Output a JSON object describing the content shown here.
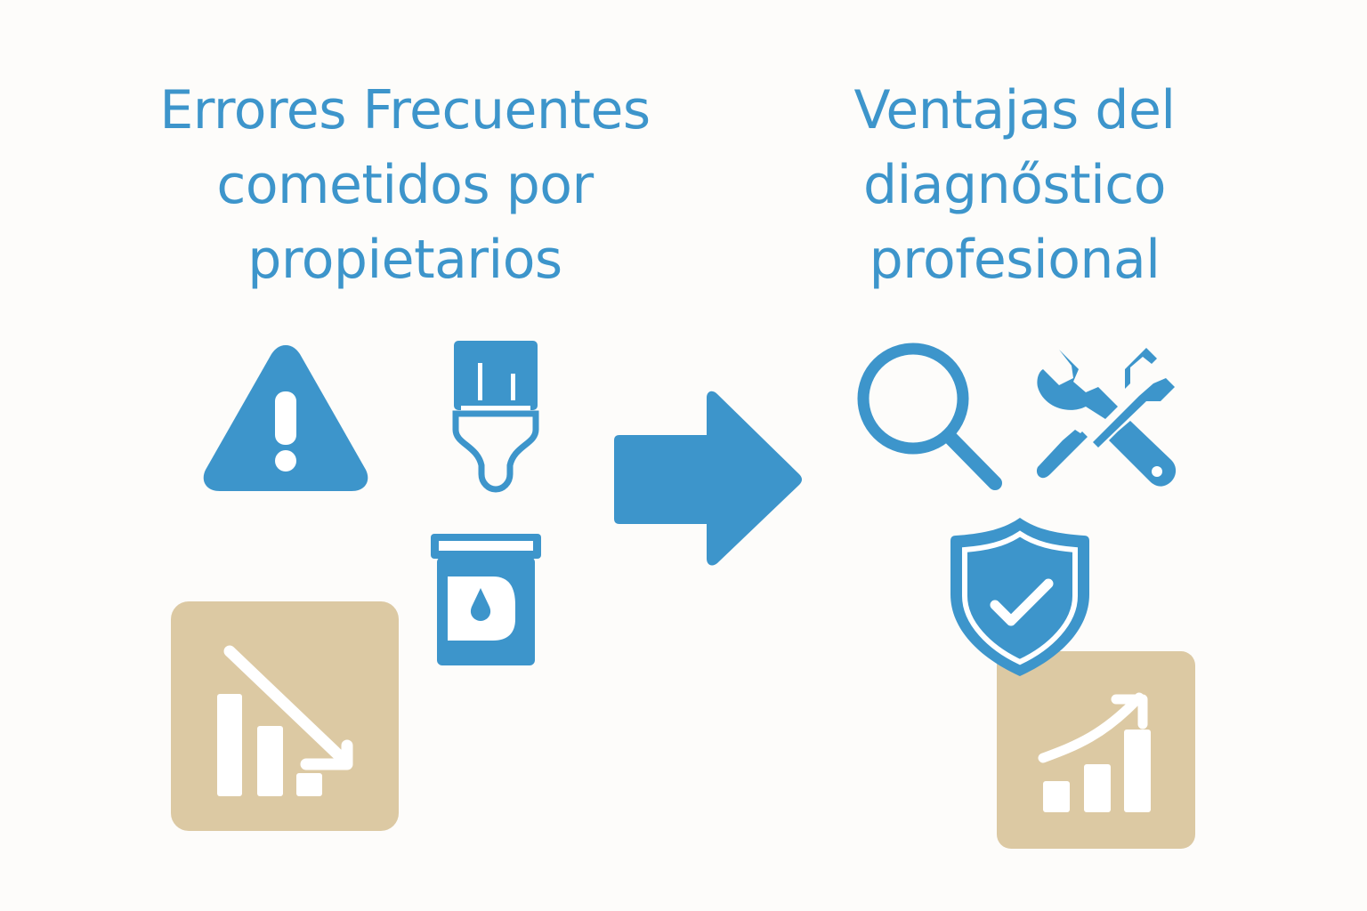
{
  "colors": {
    "background": "#fdfcfa",
    "primary_blue": "#3d95cb",
    "tan": "#dcc9a3",
    "white": "#ffffff"
  },
  "left_panel": {
    "title_lines": [
      "Errores Frecuentes",
      "cometidos por",
      "propietarios"
    ],
    "icons": [
      "warning-triangle-icon",
      "paint-brush-icon",
      "paint-can-icon",
      "declining-chart-icon"
    ]
  },
  "connector": {
    "icon": "right-arrow-icon"
  },
  "right_panel": {
    "title_lines": [
      "Ventajas del",
      "diagnőstico",
      "profesional"
    ],
    "icons": [
      "magnifying-glass-icon",
      "wrench-screwdriver-icon",
      "shield-check-icon",
      "growth-chart-icon"
    ]
  }
}
